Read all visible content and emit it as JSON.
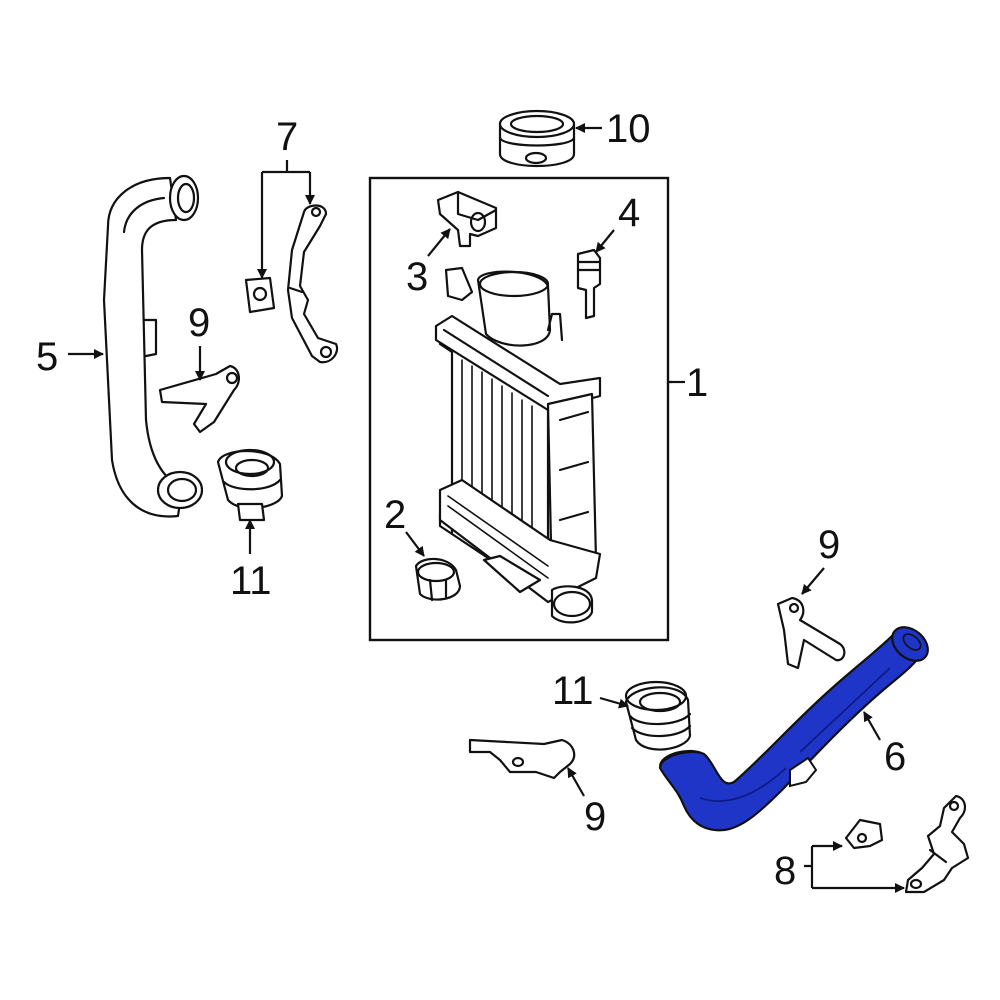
{
  "colors": {
    "highlight": "#1f35c8",
    "line": "#111111",
    "background": "#ffffff"
  },
  "callouts": {
    "c1": "1",
    "c2": "2",
    "c3": "3",
    "c4": "4",
    "c5": "5",
    "c6": "6",
    "c7": "7",
    "c8": "8",
    "c9a": "9",
    "c9b": "9",
    "c9c": "9",
    "c10": "10",
    "c11a": "11",
    "c11b": "11"
  }
}
